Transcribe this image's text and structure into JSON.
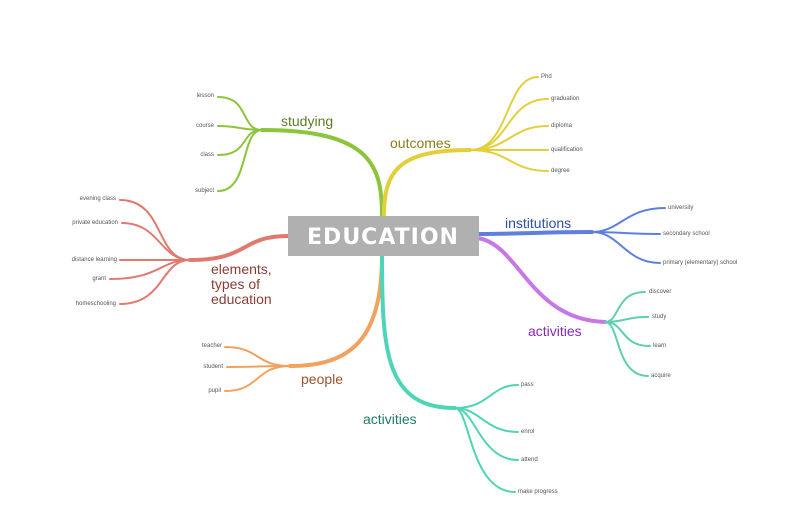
{
  "center": {
    "label": "EDUCATION"
  },
  "branches": {
    "studying": {
      "label": "studying",
      "color": "#8cc43c",
      "leaves": [
        "lesson",
        "course",
        "class",
        "subject"
      ]
    },
    "outcomes": {
      "label": "outcomes",
      "color": "#e3cf3a",
      "leaves": [
        "Phd",
        "graduation",
        "diploma",
        "qualification",
        "degree"
      ]
    },
    "elements": {
      "label_lines": [
        "elements,",
        "types of",
        "education"
      ],
      "color": "#e07a6e",
      "leaves": [
        "evening class",
        "private education",
        "distance learning",
        "grant",
        "homeschooling"
      ]
    },
    "institutions": {
      "label": "institutions",
      "color": "#5f7fdc",
      "leaves": [
        "university",
        "secondary school",
        "primary (elementary) school"
      ]
    },
    "activities_right": {
      "label": "activities",
      "color": "#c878e6",
      "leaf_color": "#5ccfb0",
      "leaves": [
        "discover",
        "study",
        "learn",
        "acquire"
      ]
    },
    "people": {
      "label": "people",
      "color": "#f2a15e",
      "leaves": [
        "teacher",
        "student",
        "pupil"
      ]
    },
    "activities_bottom": {
      "label": "activities",
      "color": "#4fd4b8",
      "leaves": [
        "pass",
        "enrol",
        "attend",
        "make progress"
      ]
    }
  }
}
